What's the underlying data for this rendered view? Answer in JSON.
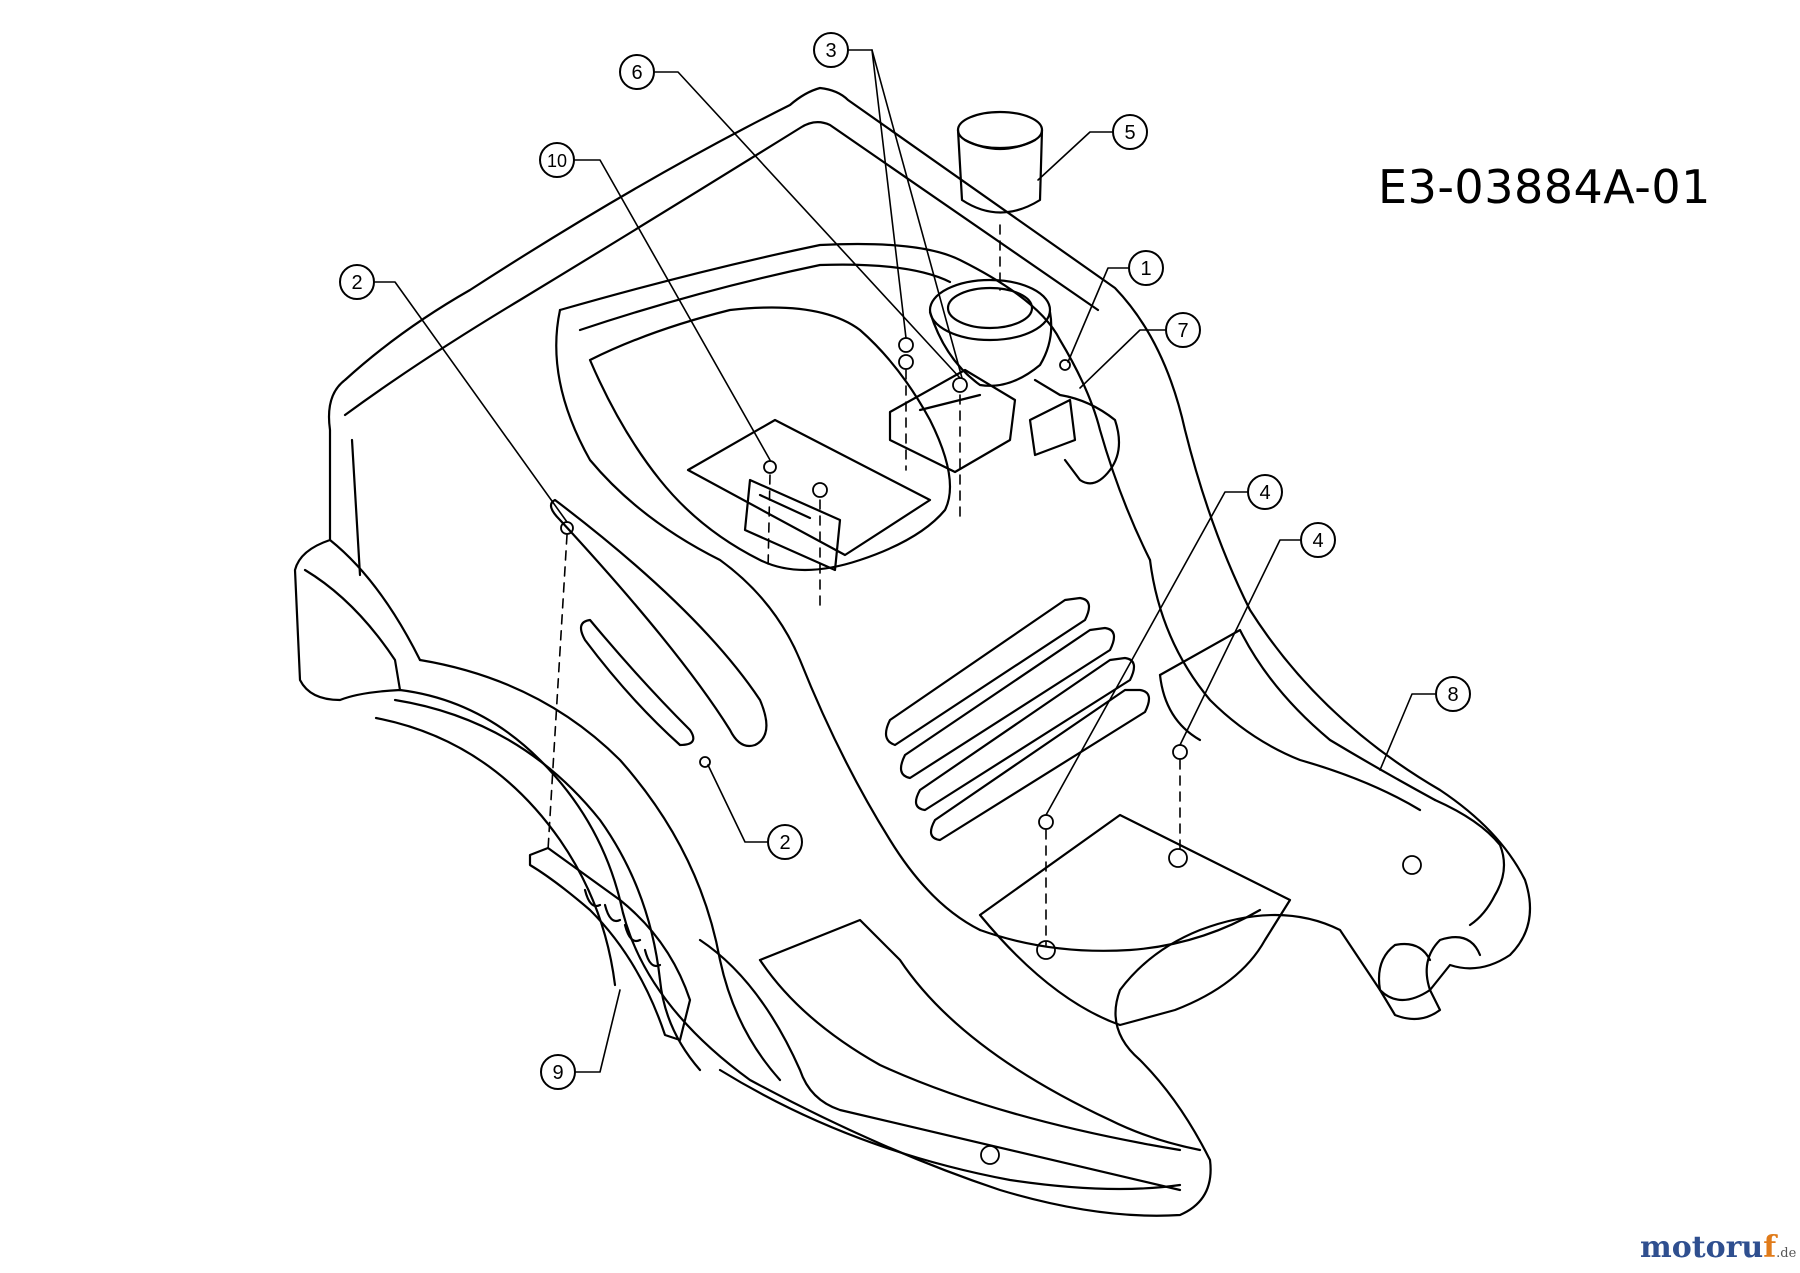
{
  "diagram": {
    "part_code": "E3-03884A-01",
    "callouts": [
      {
        "id": "c1",
        "label": "1"
      },
      {
        "id": "c2a",
        "label": "2"
      },
      {
        "id": "c2b",
        "label": "2"
      },
      {
        "id": "c3",
        "label": "3"
      },
      {
        "id": "c4a",
        "label": "4"
      },
      {
        "id": "c4b",
        "label": "4"
      },
      {
        "id": "c5",
        "label": "5"
      },
      {
        "id": "c6",
        "label": "6"
      },
      {
        "id": "c7",
        "label": "7"
      },
      {
        "id": "c8",
        "label": "8"
      },
      {
        "id": "c9",
        "label": "9"
      },
      {
        "id": "c10",
        "label": "10"
      }
    ]
  },
  "watermark": {
    "brand_main": "motoru",
    "brand_accent": "f",
    "brand_suffix": ".de"
  }
}
